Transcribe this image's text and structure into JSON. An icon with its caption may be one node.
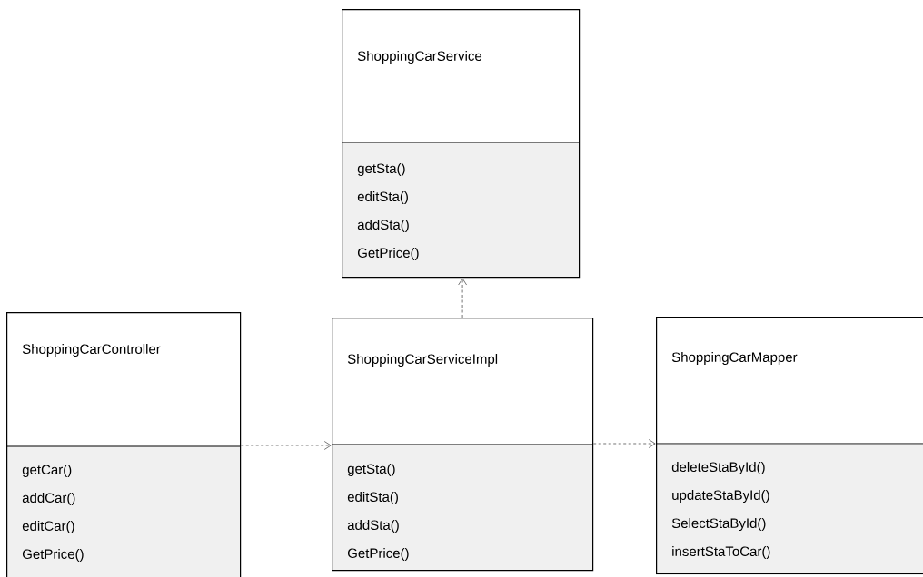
{
  "diagram": {
    "nodes": [
      {
        "text": [
          "ShoppingCarService",
          "getSta()",
          "editSta()",
          "addSta()",
          "GetPrice()"
        ]
      },
      {
        "text": [
          "ShoppingCarController",
          "getCar()",
          "addCar()",
          "editCar()",
          "GetPrice()"
        ]
      },
      {
        "text": [
          "ShoppingCarServiceImpl",
          "getSta()",
          "editSta()",
          "addSta()",
          "GetPrice()"
        ]
      },
      {
        "text": [
          "ShoppingCarMapper",
          "deleteStaById()",
          "updateStaById()",
          "SelectStaById()",
          "insertStaToCar()"
        ]
      }
    ],
    "edges": [
      {
        "from": 2,
        "to": 0,
        "arrow": "to",
        "style": "dashed"
      },
      {
        "from": 1,
        "to": 2,
        "arrow": "to",
        "style": "dashed"
      },
      {
        "from": 2,
        "to": 3,
        "arrow": "to",
        "style": "dashed"
      }
    ]
  }
}
